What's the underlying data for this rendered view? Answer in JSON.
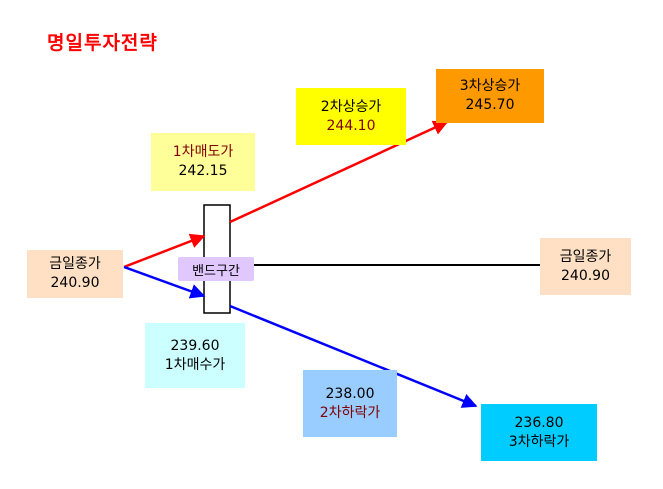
{
  "title": "명일투자전략",
  "colors": {
    "title": "#ff0000",
    "dark_red_text": "#800000",
    "up_line": "#ff0000",
    "down_line": "#0000ff",
    "flat_line": "#000000",
    "close_bg": "#ffe0c4",
    "sell1_bg": "#ffff99",
    "up2_bg": "#ffff00",
    "up3_bg": "#ff9900",
    "buy1_bg": "#ccffff",
    "down2_bg": "#99ccff",
    "down3_bg": "#00ccff",
    "band_bg": "#e0c8ff"
  },
  "boxes": {
    "close_left": {
      "line1": "금일종가",
      "line2": "240.90"
    },
    "sell1": {
      "line1": "1차매도가",
      "line2": "242.15"
    },
    "up2": {
      "line1": "2차상승가",
      "line2": "244.10"
    },
    "up3": {
      "line1": "3차상승가",
      "line2": "245.70"
    },
    "close_right": {
      "line1": "금일종가",
      "line2": "240.90"
    },
    "buy1": {
      "line1": "239.60",
      "line2": "1차매수가"
    },
    "down2": {
      "line1": "238.00",
      "line2": "2차하락가"
    },
    "down3": {
      "line1": "236.80",
      "line2": "3차하락가"
    }
  },
  "band": {
    "label": "밴드구간"
  }
}
